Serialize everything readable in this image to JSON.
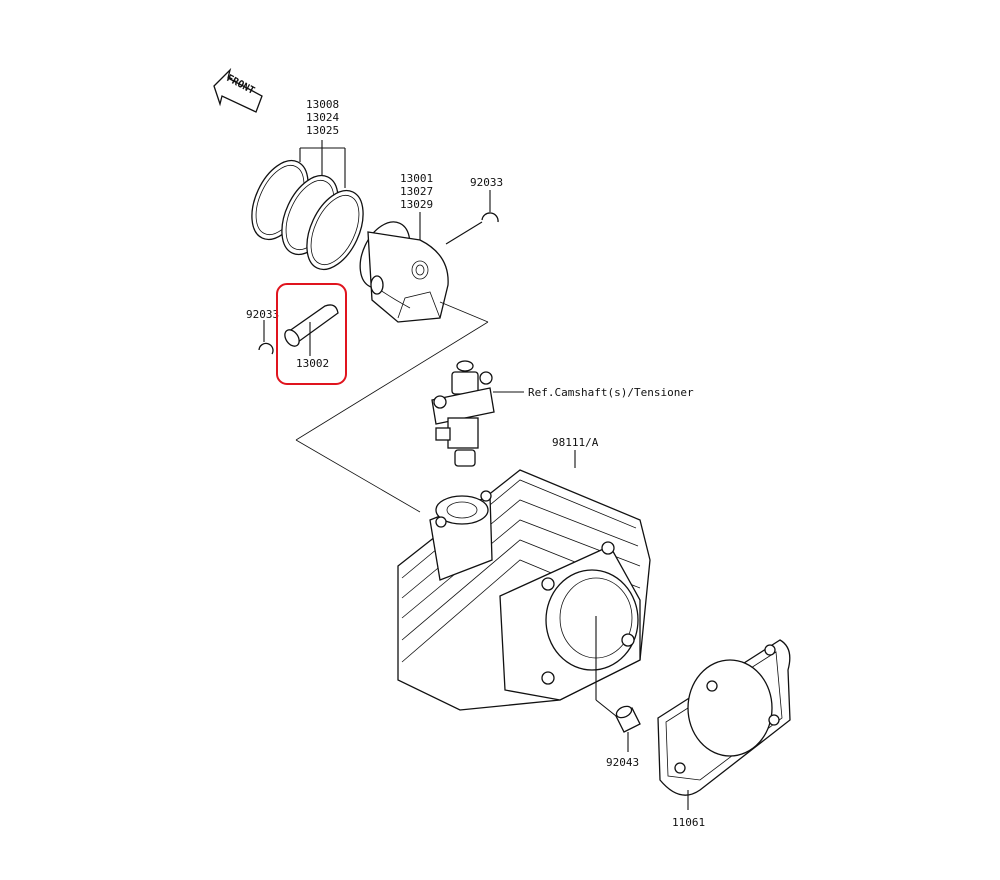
{
  "front_label": "FRONT",
  "labels": {
    "rings": [
      "13008",
      "13024",
      "13025"
    ],
    "piston": [
      "13001",
      "13027",
      "13029"
    ],
    "clip_right": "92033",
    "clip_left": "92033",
    "pin": "13002",
    "camshaft_ref": "Ref.Camshaft(s)/Tensioner",
    "cylinder": "98111/A",
    "dowel": "92043",
    "gasket": "11061"
  },
  "highlight": {
    "part": "13002",
    "color": "#e0141e"
  },
  "colors": {
    "ink": "#111111",
    "background": "#ffffff"
  }
}
